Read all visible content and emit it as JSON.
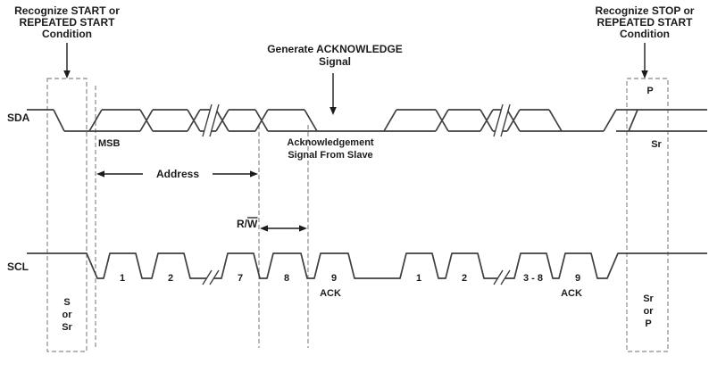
{
  "colors": {
    "waveform": "#3f3f3f",
    "dashed": "#8a8a8a",
    "text": "#1c1c1c",
    "background": "#ffffff"
  },
  "signals": {
    "sda_label": "SDA",
    "scl_label": "SCL"
  },
  "annotations": {
    "start_condition": {
      "line1": "Recognize START or",
      "line2": "REPEATED START",
      "line3": "Condition"
    },
    "generate_ack": {
      "line1": "Generate ACKNOWLEDGE",
      "line2": "Signal"
    },
    "stop_condition": {
      "line1": "Recognize STOP or",
      "line2": "REPEATED START",
      "line3": "Condition"
    },
    "ack_from_slave": {
      "line1": "Acknowledgement",
      "line2": "Signal From Slave"
    }
  },
  "sda": {
    "msb": "MSB",
    "address": "Address",
    "rw_prefix": "R/",
    "rw_overlined": "W"
  },
  "scl": {
    "byte1_numbers": [
      "1",
      "2",
      "7",
      "8",
      "9"
    ],
    "byte2_numbers": [
      "1",
      "2",
      "3 - 8",
      "9"
    ],
    "ack1": "ACK",
    "ack2": "ACK"
  },
  "conditions": {
    "start_box": [
      "S",
      "or",
      "Sr"
    ],
    "stop_p": "P",
    "stop_sr": "Sr",
    "stop_box": [
      "Sr",
      "or",
      "P"
    ]
  }
}
